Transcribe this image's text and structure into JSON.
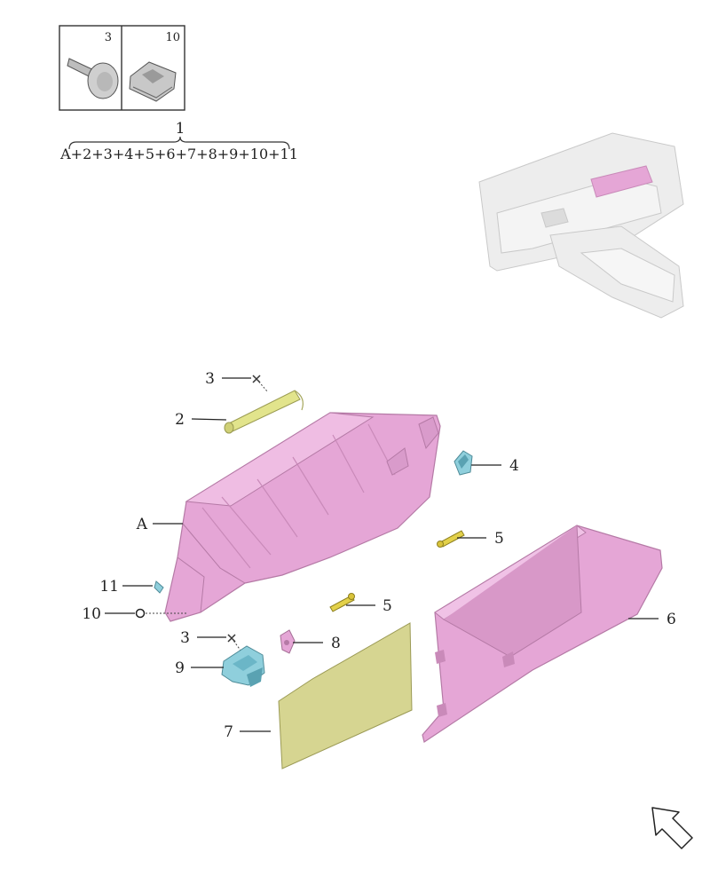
{
  "legend_box": {
    "cells": [
      {
        "number": "3",
        "icon": "screw-icon"
      },
      {
        "number": "10",
        "icon": "clip-nut-icon"
      }
    ]
  },
  "assembly": {
    "number": "1",
    "formula": "A+2+3+4+5+6+7+8+9+10+11"
  },
  "callouts": {
    "c3_top": "3",
    "c2": "2",
    "c4": "4",
    "cA": "A",
    "c5_right": "5",
    "c11": "11",
    "c5_mid": "5",
    "c10": "10",
    "c6": "6",
    "c3_low": "3",
    "c8": "8",
    "c9": "9",
    "c7": "7"
  },
  "colors": {
    "housing_pink": "#e5a6d6",
    "housing_pink_dark": "#c98ab9",
    "spring_yellow": "#e2e48c",
    "mat_olive": "#d6d591",
    "latch_blue": "#8fcfdc",
    "ghost_gray": "#e7e7e7"
  },
  "orientation_icon": "direction-arrow-icon"
}
